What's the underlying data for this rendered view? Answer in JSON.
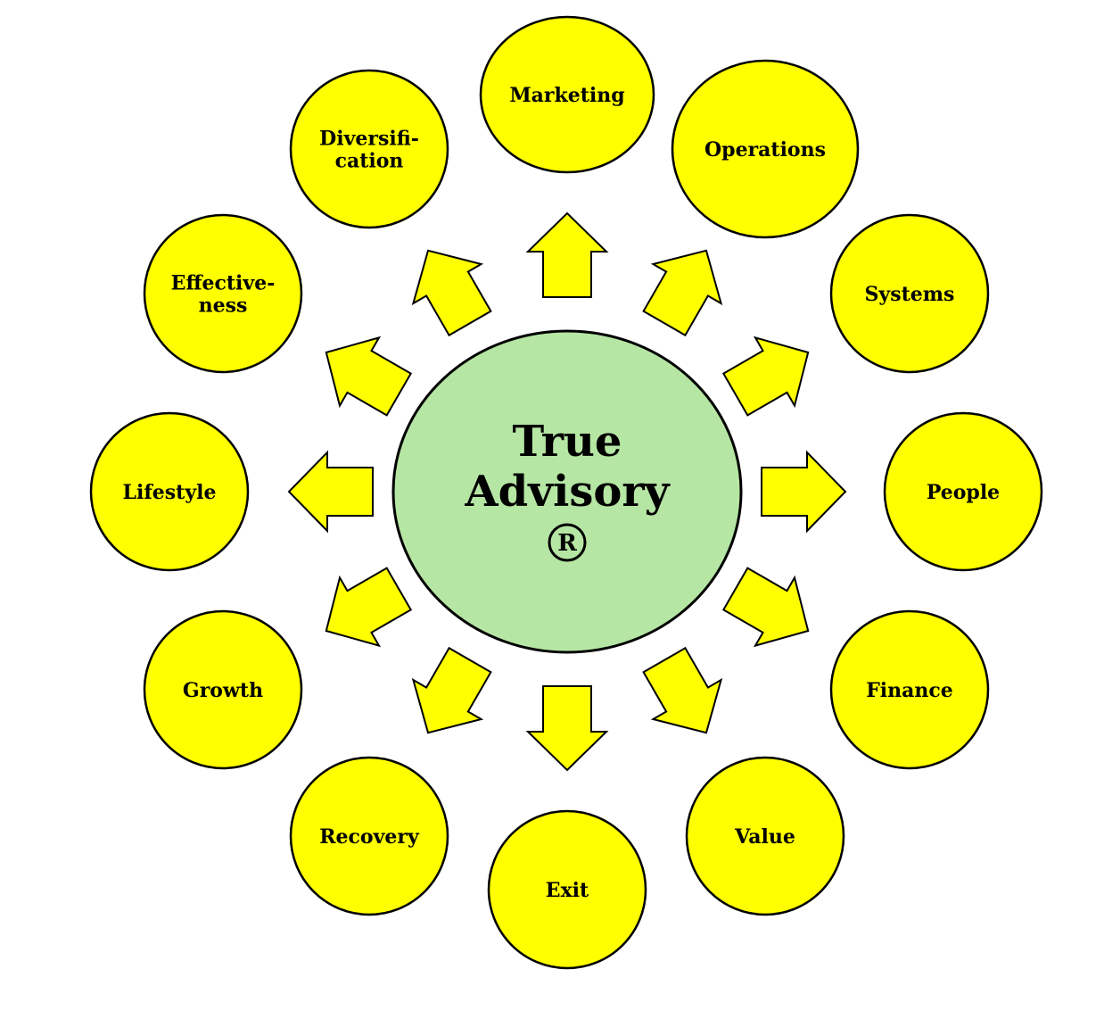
{
  "colors": {
    "node_fill": "#ffff00",
    "center_fill": "#b6e6a4",
    "arrow_fill": "#ffff00",
    "stroke": "#000000"
  },
  "center": {
    "line1": "True",
    "line2": "Advisory",
    "mark": "R"
  },
  "nodes": [
    {
      "id": "marketing",
      "lines": [
        "Marketing"
      ]
    },
    {
      "id": "operations",
      "lines": [
        "Operations"
      ]
    },
    {
      "id": "systems",
      "lines": [
        "Systems"
      ]
    },
    {
      "id": "people",
      "lines": [
        "People"
      ]
    },
    {
      "id": "finance",
      "lines": [
        "Finance"
      ]
    },
    {
      "id": "value",
      "lines": [
        "Value"
      ]
    },
    {
      "id": "exit",
      "lines": [
        "Exit"
      ]
    },
    {
      "id": "recovery",
      "lines": [
        "Recovery"
      ]
    },
    {
      "id": "growth",
      "lines": [
        "Growth"
      ]
    },
    {
      "id": "lifestyle",
      "lines": [
        "Lifestyle"
      ]
    },
    {
      "id": "effectiveness",
      "lines": [
        "Effective-",
        "ness"
      ]
    },
    {
      "id": "diversification",
      "lines": [
        "Diversifi-",
        "cation"
      ]
    }
  ]
}
